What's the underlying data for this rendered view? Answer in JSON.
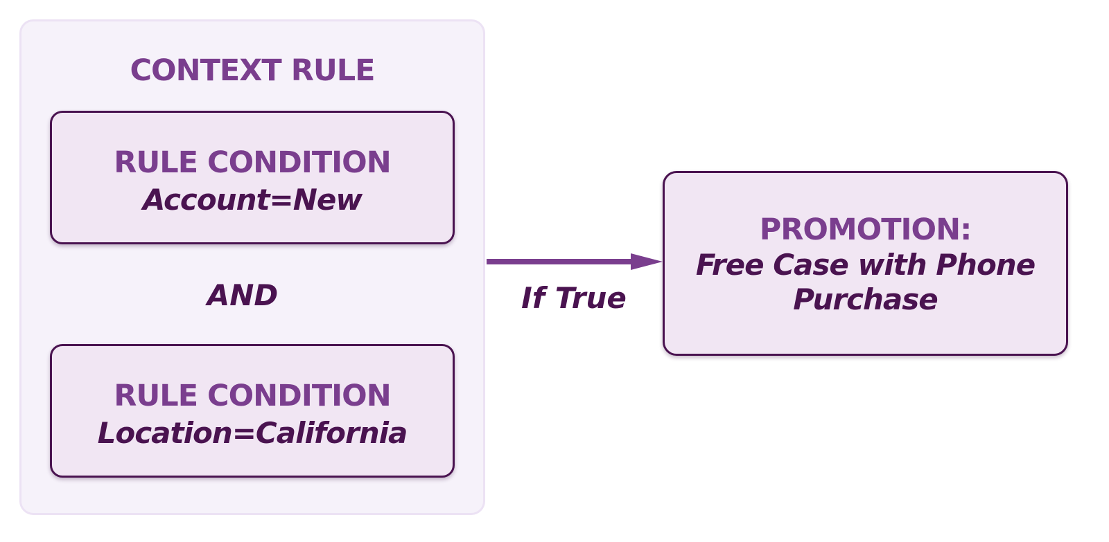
{
  "diagram": {
    "context_rule": {
      "title": "CONTEXT RULE",
      "conditions": [
        {
          "heading": "RULE CONDITION",
          "value": "Account=New"
        },
        {
          "heading": "RULE CONDITION",
          "value": "Location=California"
        }
      ],
      "operator": "AND"
    },
    "edge": {
      "label": "If True"
    },
    "promotion": {
      "heading": "PROMOTION:",
      "value": "Free Case with Phone Purchase"
    },
    "colors": {
      "accent": "#7a3e8e",
      "dark": "#4a1350",
      "box_fill": "#f1e6f3",
      "panel_fill": "#f6f2fa",
      "panel_border": "#ece2f4",
      "arrow": "#7a3e8e"
    }
  }
}
